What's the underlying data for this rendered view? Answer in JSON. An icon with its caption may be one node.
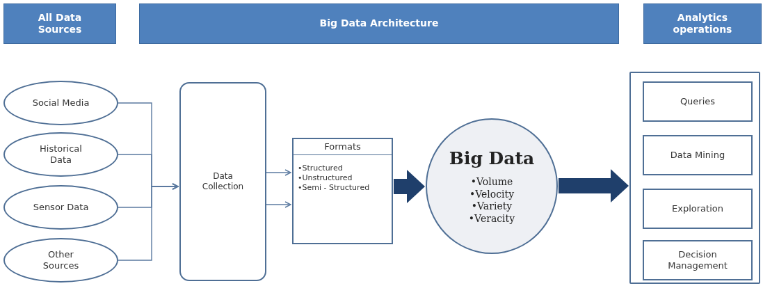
{
  "diagram": {
    "nodes": [
      {
        "text": [
          "All Data Sources"
        ]
      },
      {
        "text": [
          "Big Data Architecture"
        ]
      },
      {
        "text": [
          "Analytics operations"
        ]
      },
      {
        "text": [
          "Social Media"
        ]
      },
      {
        "text": [
          "Historical Data"
        ]
      },
      {
        "text": [
          "Sensor Data"
        ]
      },
      {
        "text": [
          "Other Sources"
        ]
      },
      {
        "text": [
          "Data Collection"
        ]
      },
      {
        "text": [
          "Formats",
          "•Structured",
          "•Unstructured",
          "•Semi - Structured"
        ]
      },
      {
        "text": [
          "Big Data",
          "•Volume",
          "•Velocity",
          "•Variety",
          "•Veracity"
        ]
      },
      {
        "text": [],
        "shape": "box"
      },
      {
        "text": [
          "Queries"
        ],
        "in": 10
      },
      {
        "text": [
          "Data Mining"
        ],
        "in": 10
      },
      {
        "text": [
          "Exploration"
        ],
        "in": 10
      },
      {
        "text": [
          "Decision Management"
        ],
        "in": 10
      }
    ],
    "edges": [
      {
        "from": 3,
        "to": 7,
        "arrow": "to"
      },
      {
        "from": 4,
        "to": 7,
        "arrow": "to"
      },
      {
        "from": 5,
        "to": 7,
        "arrow": "to"
      },
      {
        "from": 6,
        "to": 7,
        "arrow": "to"
      },
      {
        "from": 7,
        "to": 8,
        "arrow": "to"
      },
      {
        "from": 7,
        "to": 8,
        "arrow": "to"
      },
      {
        "from": 8,
        "to": 9,
        "arrow": "to",
        "style": "thick"
      },
      {
        "from": 9,
        "to": 10,
        "arrow": "to",
        "style": "thick"
      }
    ]
  }
}
